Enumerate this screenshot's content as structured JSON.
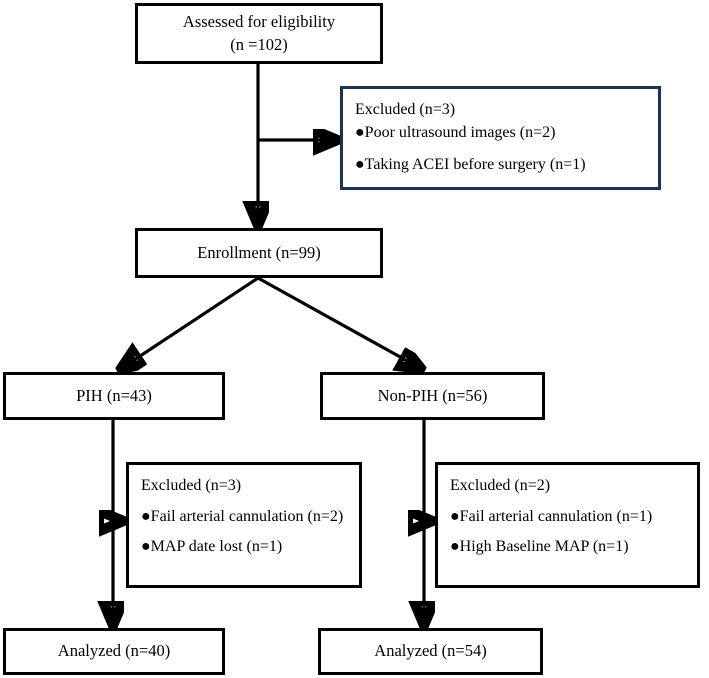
{
  "diagram": {
    "title": "CONSORT participant flow diagram",
    "colors": {
      "stroke": "#000000",
      "background": "#ffffff",
      "accent_border": "#1b3357"
    },
    "nodes": {
      "assessed": {
        "line1": "Assessed for eligibility",
        "line2": "(n =102)"
      },
      "excluded_top": {
        "heading": "Excluded (n=3)",
        "item1": "●Poor ultrasound images (n=2)",
        "item2": "●Taking ACEI before surgery (n=1)"
      },
      "enrollment": {
        "label": "Enrollment (n=99)"
      },
      "pih": {
        "label": "PIH (n=43)"
      },
      "non_pih": {
        "label": "Non-PIH (n=56)"
      },
      "excluded_left": {
        "heading": "Excluded (n=3)",
        "item1": "●Fail arterial cannulation (n=2)",
        "item2": "●MAP date lost (n=1)"
      },
      "excluded_right": {
        "heading": "Excluded (n=2)",
        "item1": "●Fail arterial cannulation (n=1)",
        "item2": "●High Baseline MAP (n=1)"
      },
      "analyzed_left": {
        "label": "Analyzed (n=40)"
      },
      "analyzed_right": {
        "label": "Analyzed (n=54)"
      }
    }
  },
  "chart_data": {
    "type": "diagram",
    "title": "CONSORT participant flow diagram",
    "nodes": [
      {
        "id": "assessed",
        "label": "Assessed for eligibility (n =102)",
        "n": 102
      },
      {
        "id": "excluded_top",
        "label": "Excluded (n=3)",
        "n": 3,
        "reasons": [
          {
            "reason": "Poor ultrasound images",
            "n": 2
          },
          {
            "reason": "Taking ACEI before surgery",
            "n": 1
          }
        ]
      },
      {
        "id": "enrollment",
        "label": "Enrollment (n=99)",
        "n": 99
      },
      {
        "id": "pih",
        "label": "PIH (n=43)",
        "n": 43
      },
      {
        "id": "non_pih",
        "label": "Non-PIH (n=56)",
        "n": 56
      },
      {
        "id": "excluded_left",
        "label": "Excluded (n=3)",
        "n": 3,
        "reasons": [
          {
            "reason": "Fail arterial cannulation",
            "n": 2
          },
          {
            "reason": "MAP date lost",
            "n": 1
          }
        ]
      },
      {
        "id": "excluded_right",
        "label": "Excluded (n=2)",
        "n": 2,
        "reasons": [
          {
            "reason": "Fail arterial cannulation",
            "n": 1
          },
          {
            "reason": "High Baseline MAP",
            "n": 1
          }
        ]
      },
      {
        "id": "analyzed_left",
        "label": "Analyzed (n=40)",
        "n": 40
      },
      {
        "id": "analyzed_right",
        "label": "Analyzed (n=54)",
        "n": 54
      }
    ],
    "edges": [
      {
        "from": "assessed",
        "to": "enrollment"
      },
      {
        "from": "assessed",
        "to": "excluded_top"
      },
      {
        "from": "enrollment",
        "to": "pih"
      },
      {
        "from": "enrollment",
        "to": "non_pih"
      },
      {
        "from": "pih",
        "to": "excluded_left"
      },
      {
        "from": "pih",
        "to": "analyzed_left"
      },
      {
        "from": "non_pih",
        "to": "excluded_right"
      },
      {
        "from": "non_pih",
        "to": "analyzed_right"
      }
    ]
  }
}
